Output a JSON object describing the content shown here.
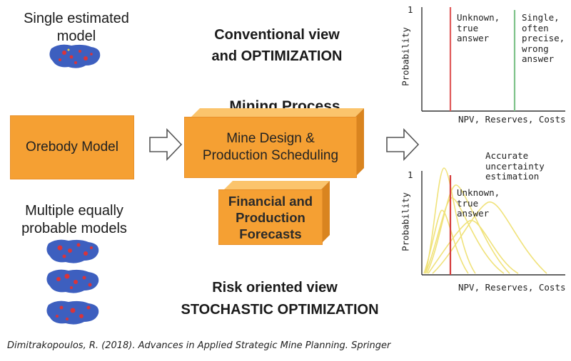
{
  "left": {
    "single_model_label": "Single estimated model",
    "multiple_models_label": "Multiple equally probable models"
  },
  "center": {
    "conventional_line1": "Conventional view",
    "conventional_line2": "and OPTIMIZATION",
    "mining_process": "Mining Process",
    "risk_line1": "Risk oriented view",
    "risk_line2": "STOCHASTIC  OPTIMIZATION"
  },
  "boxes": {
    "orebody": "Orebody Model",
    "mine_design_line1": "Mine Design &",
    "mine_design_line2": "Production Scheduling",
    "financial_line1": "Financial and",
    "financial_line2": "Production",
    "financial_line3": "Forecasts"
  },
  "top_chart": {
    "y_label": "Probability",
    "y_tick": "1",
    "x_label": "NPV, Reserves, Costs …",
    "note_true": "Unknown,\ntrue\nanswer",
    "note_single": "Single,\noften\nprecise,\nwrong\nanswer",
    "true_line_color": "#e05a5a",
    "single_line_color": "#7ec28a"
  },
  "bottom_chart": {
    "y_label": "Probability",
    "y_tick": "1",
    "x_label": "NPV, Reserves, Costs …",
    "note_true": "Unknown,\ntrue\nanswer",
    "note_accurate": "Accurate\nuncertainty\nestimation",
    "curve_color": "#f0e27a",
    "true_line_color": "#d63b3b"
  },
  "citation": "Dimitrakopoulos, R. (2018). Advances in Applied Strategic Mine Planning. Springer",
  "colors": {
    "box_fill": "#f5a033",
    "model_blue": "#3d5fbf",
    "model_red": "#d9343a"
  }
}
